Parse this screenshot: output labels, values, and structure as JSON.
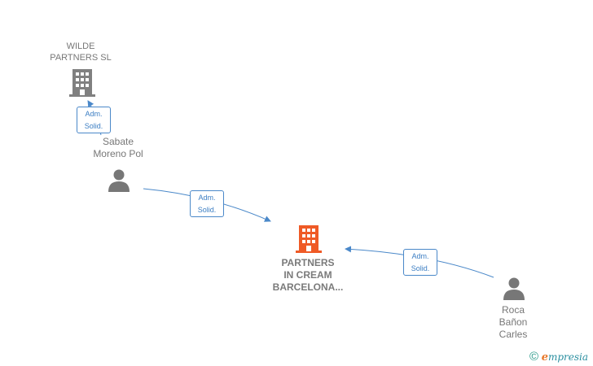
{
  "nodes": {
    "wilde": {
      "label": "WILDE\nPARTNERS  SL",
      "color": "#808080"
    },
    "sabate": {
      "label": "Sabate\nMoreno Pol"
    },
    "partners": {
      "label": "PARTNERS\nIN CREAM\nBARCELONA...",
      "color": "#ef5a26"
    },
    "roca": {
      "label": "Roca\nBañon\nCarles"
    }
  },
  "edges": {
    "sabate_wilde": {
      "line1": "Adm.",
      "line2": "Solid."
    },
    "sabate_partners": {
      "line1": "Adm.",
      "line2": "Solid."
    },
    "roca_partners": {
      "line1": "Adm.",
      "line2": "Solid."
    }
  },
  "colors": {
    "edge": "#4a88c9",
    "person": "#777777"
  },
  "footer": {
    "copyright": "©",
    "brand_e": "e",
    "brand_rest": "mpresia"
  }
}
